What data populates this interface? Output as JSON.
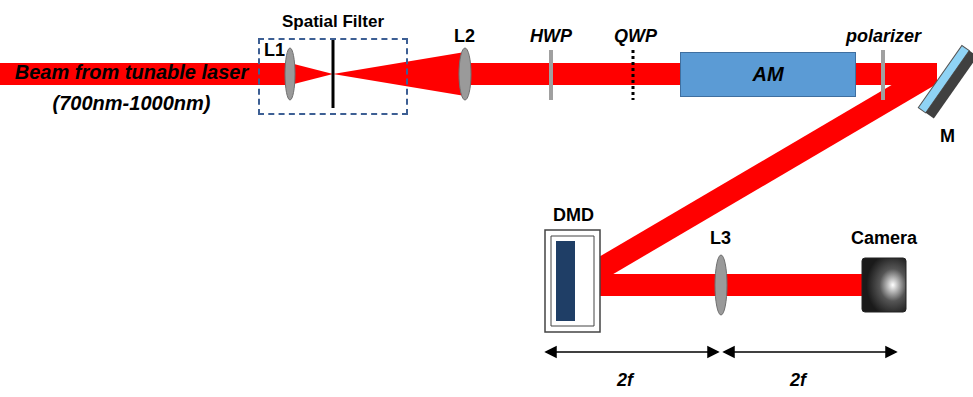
{
  "diagram": {
    "nodes": [
      {
        "text": [
          "Spatial Filter"
        ]
      },
      {
        "text": [
          "AM"
        ]
      }
    ],
    "labels": [
      "Beam from tunable laser (700nm-1000nm)",
      "L1",
      "L2",
      "HWP",
      "QWP",
      "polarizer",
      "M",
      "DMD",
      "L3",
      "Camera",
      "2f",
      "2f"
    ]
  }
}
